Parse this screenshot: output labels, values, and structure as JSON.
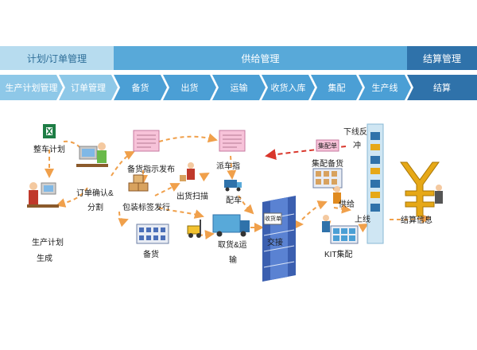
{
  "header": {
    "bands": [
      {
        "id": "plan",
        "label": "计划/订单管理"
      },
      {
        "id": "supply",
        "label": "供给管理"
      },
      {
        "id": "settle",
        "label": "结算管理"
      }
    ],
    "steps": [
      {
        "label": "生产计划管理",
        "color": "#8ec8e8"
      },
      {
        "label": "订单管理",
        "color": "#8ec8e8"
      },
      {
        "label": "备货",
        "color": "#4b9fd5"
      },
      {
        "label": "出货",
        "color": "#4b9fd5"
      },
      {
        "label": "运输",
        "color": "#4b9fd5"
      },
      {
        "label": "收货入库",
        "color": "#4b9fd5"
      },
      {
        "label": "集配",
        "color": "#4b9fd5"
      },
      {
        "label": "生产线",
        "color": "#4b9fd5"
      },
      {
        "label": "结算",
        "color": "#2f72aa"
      }
    ]
  },
  "nodes": {
    "vehicle_plan": "整车计划",
    "order_confirm_1": "订单确认&",
    "order_confirm_2": "分割",
    "prod_plan_1": "生产计划",
    "prod_plan_2": "生成",
    "prep_instruction": "备货指示发布",
    "package_issue": "包装标签发行",
    "stocking": "备货",
    "ship_scan": "出货扫描",
    "dispatch_order": "派车指",
    "dispatch": "配车",
    "pickup_transport_1": "取货&运",
    "pickup_transport_2": "输",
    "handover": "交接",
    "assembly_prep": "集配备货",
    "pickup_supply": "供给",
    "online": "上线",
    "kit_assembly": "KIT集配",
    "offline_feedback_1": "下线反",
    "offline_feedback_2": "冲",
    "settle_info": "结算信息",
    "assembly_tag": "集配单",
    "receive_tag": "收货单"
  },
  "colors": {
    "arrow": "#f0a04b",
    "arrow_red": "#d9362b",
    "accent_blue": "#58a9d9",
    "gold": "#e6a817"
  }
}
